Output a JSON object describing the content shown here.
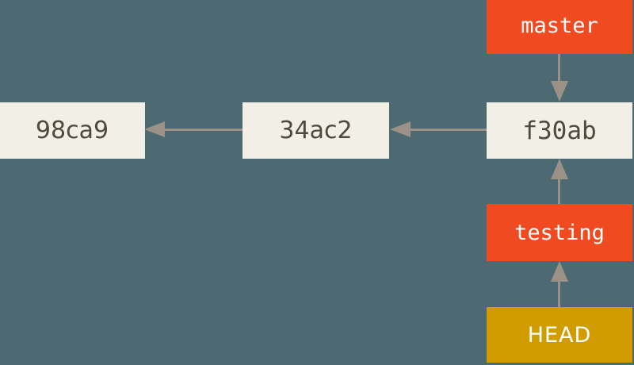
{
  "diagram": {
    "type": "git-branch-diagram",
    "colors": {
      "bg": "#4d6971",
      "commit_bg": "#f2efe7",
      "commit_text": "#51483e",
      "branch_bg": "#f04a21",
      "head_bg": "#d09c00",
      "label_text": "#ffffff",
      "line": "#9b9186"
    },
    "commits": [
      {
        "id": "98ca9"
      },
      {
        "id": "34ac2"
      },
      {
        "id": "f30ab"
      }
    ],
    "branches": [
      {
        "name": "master",
        "points_to": "f30ab"
      },
      {
        "name": "testing",
        "points_to": "f30ab"
      }
    ],
    "head": {
      "name": "HEAD",
      "points_to": "testing"
    },
    "edges": [
      {
        "from": "f30ab",
        "to": "34ac2"
      },
      {
        "from": "34ac2",
        "to": "98ca9"
      }
    ]
  }
}
